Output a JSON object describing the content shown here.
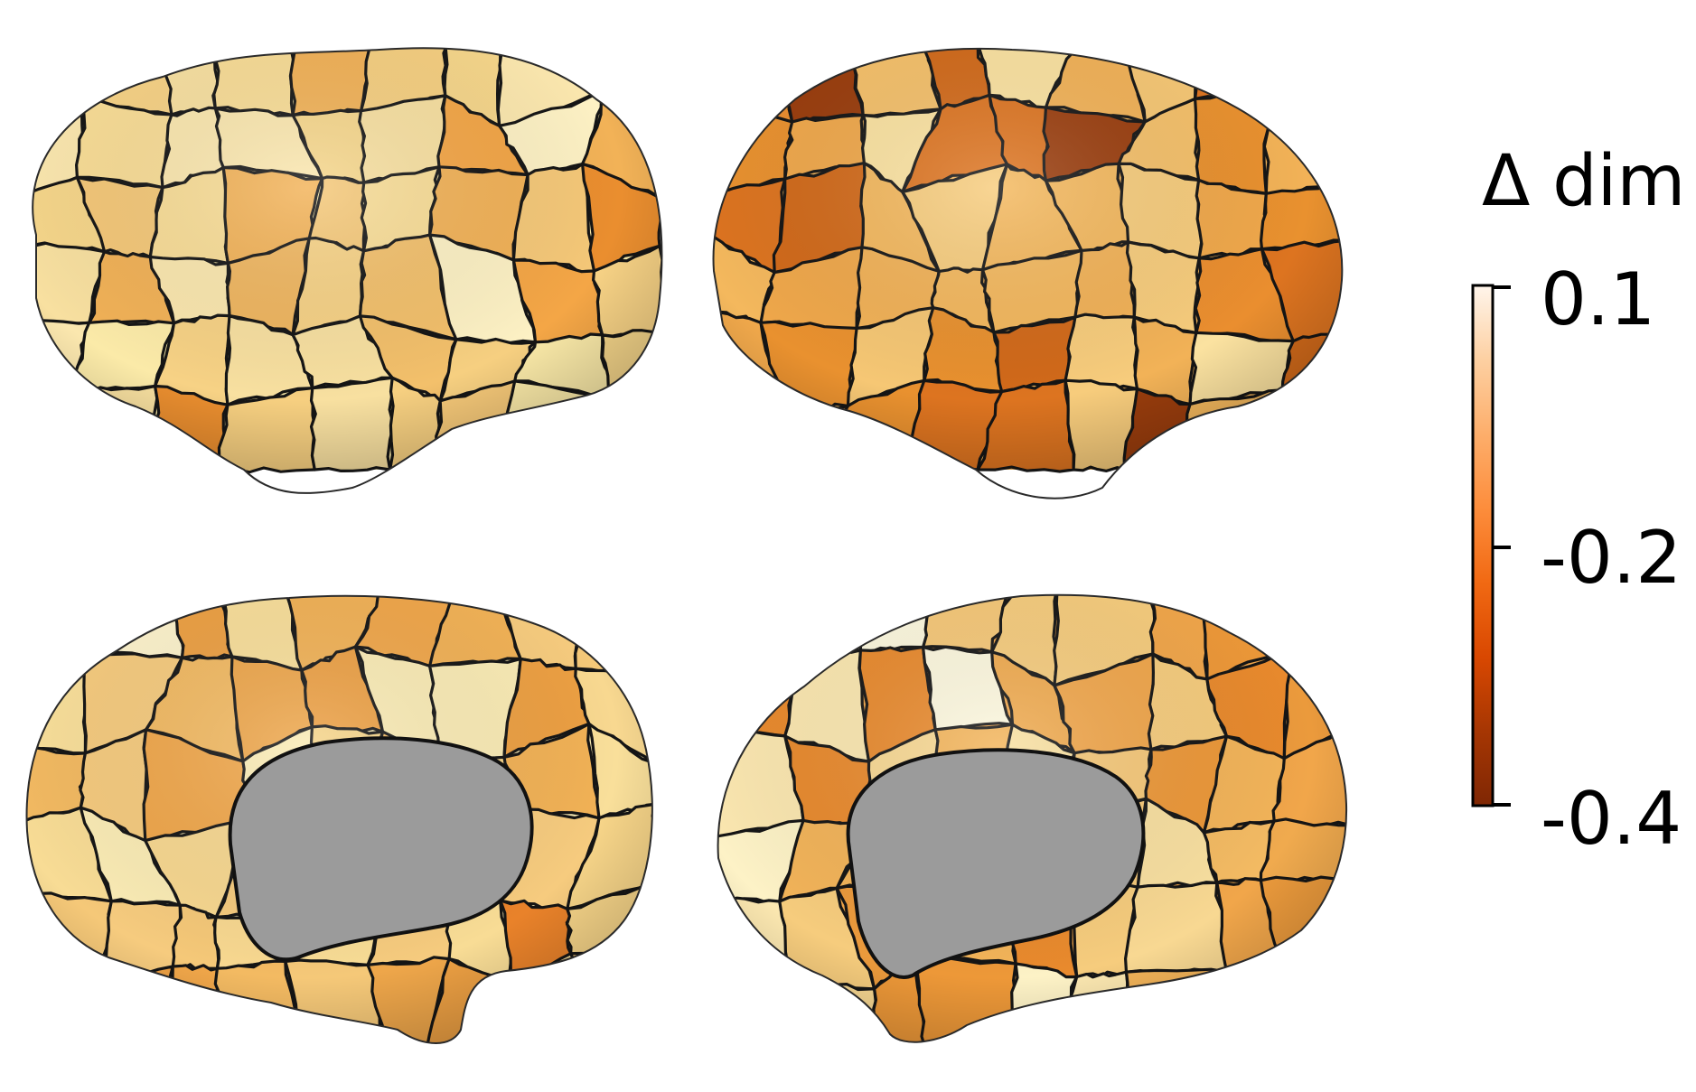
{
  "figure": {
    "views": [
      {
        "id": "left-lateral",
        "parcel_colors": [
          "#fbeaa8",
          "#f6d68a",
          "#f3c06b",
          "#f4a646",
          "#f8e0a0",
          "#fdf1c4",
          "#f5c878",
          "#f2b257",
          "#f9dd96",
          "#ea8e2f",
          "#f7d285",
          "#fbe7ae",
          "#f0b65f",
          "#f6cf80"
        ]
      },
      {
        "id": "right-lateral",
        "parcel_colors": [
          "#f2b257",
          "#e9912f",
          "#dd7420",
          "#f4b85d",
          "#f7cc7c",
          "#e28228",
          "#d26a1a",
          "#f0a84b",
          "#f6c774",
          "#9a3d0d",
          "#ea8e2f",
          "#f5c06a",
          "#fbe2a0",
          "#e38a2b"
        ]
      },
      {
        "id": "left-medial",
        "parcel_colors": [
          "#fbecb5",
          "#f6d488",
          "#f2b256",
          "#eda043",
          "#f9df9a",
          "#f1a74a",
          "#e9822a",
          "#f5c878",
          "#f8d890",
          "#f3ba62",
          "#fdf3cc",
          "#f6cb7e",
          "#eea64a",
          "#f8dc95"
        ],
        "wall_color": "#9b9b9b"
      },
      {
        "id": "right-medial",
        "parcel_colors": [
          "#f1a64a",
          "#e98a2d",
          "#fdf8de",
          "#f6cc7d",
          "#f8d892",
          "#eb9a3c",
          "#fbe7b0",
          "#f4bb63",
          "#f0aa4e",
          "#f9e0a0",
          "#ed9838",
          "#f6c878",
          "#fdf2c6",
          "#f3b459"
        ],
        "wall_color": "#9b9b9b"
      }
    ]
  },
  "colorbar": {
    "title": "Δ dim",
    "ticks": [
      {
        "label": "0.1",
        "value": 0.1
      },
      {
        "label": "-0.2",
        "value": -0.2
      },
      {
        "label": "-0.4",
        "value": -0.4
      }
    ],
    "stops": [
      "#7f2704",
      "#a63603",
      "#d94801",
      "#f16913",
      "#fd8d3c",
      "#fdae6b",
      "#fdd0a2",
      "#fff5eb"
    ]
  }
}
